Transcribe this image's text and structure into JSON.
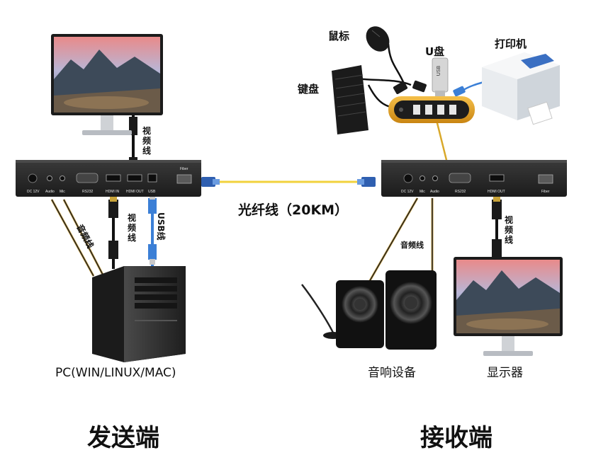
{
  "fiber_label": "光纤线（20KM）",
  "sender_title": "发送端",
  "receiver_title": "接收端",
  "sender": {
    "video_cable_label": "视频线",
    "audio_cable_label": "音频线",
    "video_cable_label_2": "视频线",
    "usb_cable_label": "USB线",
    "pc_label": "PC(WIN/LINUX/MAC)",
    "ports": {
      "dc": "DC 12V",
      "audio": "Audio",
      "mic": "Mic",
      "rs232": "RS232",
      "hdmi_in": "HDMI IN",
      "hdmi_out": "HDMI OUT",
      "usb": "USB",
      "fiber": "Fiber"
    }
  },
  "receiver": {
    "mouse_label": "鼠标",
    "udisk_label": "U盘",
    "printer_label": "打印机",
    "keyboard_label": "键盘",
    "audio_cable_label": "音频线",
    "video_cable_label": "视频线",
    "speaker_label": "音响设备",
    "monitor_label": "显示器",
    "udisk_text": "USB",
    "ports": {
      "dc": "DC 12V",
      "mic": "Mic",
      "audio": "Audio",
      "rs232": "RS232",
      "hdmi_out": "HDMI OUT",
      "fiber": "Fiber"
    }
  },
  "colors": {
    "fiber_cable": "#f2d23c",
    "usb_cable": "#3b7fd6",
    "hub_gold": "#e8a51f",
    "device_body": "#2a2a2a"
  }
}
